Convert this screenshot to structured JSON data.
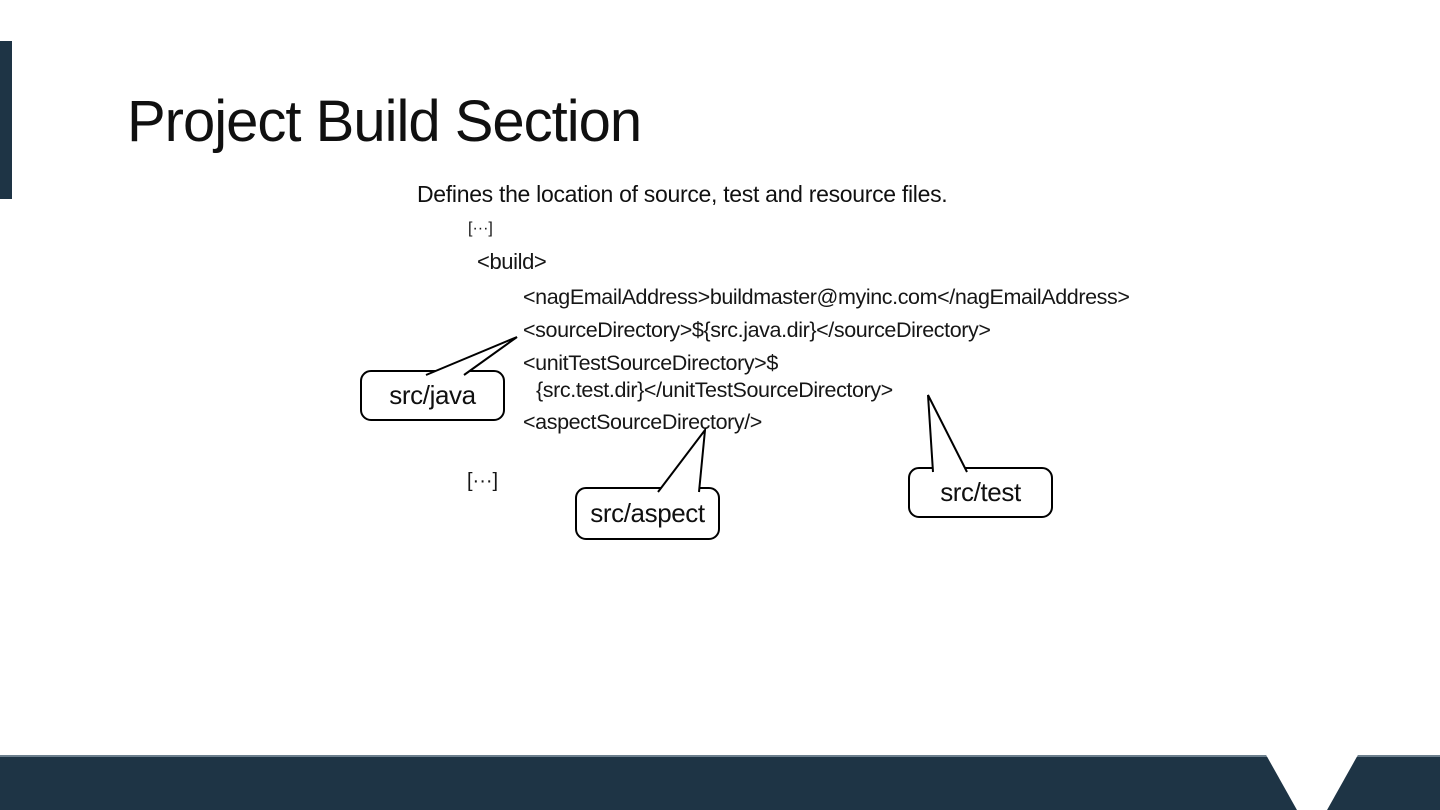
{
  "slide": {
    "title": "Project Build Section",
    "subtitle": "Defines the location of source, test and resource files."
  },
  "code": {
    "ellipsis_top": "[···]",
    "build_open": "<build>",
    "lines": [
      "<nagEmailAddress>buildmaster@myinc.com</nagEmailAddress>",
      "<sourceDirectory>${src.java.dir}</sourceDirectory>",
      "<unitTestSourceDirectory>$",
      "{src.test.dir}</unitTestSourceDirectory>",
      "<aspectSourceDirectory/>"
    ],
    "ellipsis_bottom": "[···]"
  },
  "callouts": [
    {
      "label": "src/java"
    },
    {
      "label": "src/aspect"
    },
    {
      "label": "src/test"
    }
  ],
  "colors": {
    "accent_navy": "#1e3445",
    "text": "#101010"
  }
}
